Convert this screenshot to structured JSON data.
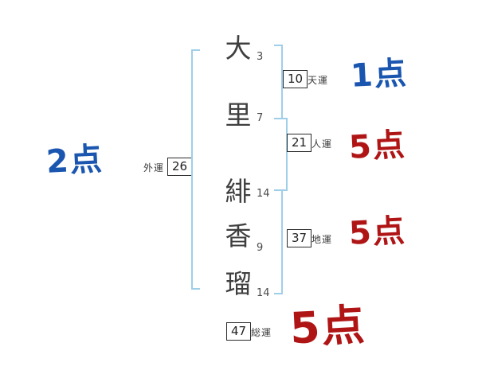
{
  "name_chars": [
    {
      "char": "大",
      "strokes": "3"
    },
    {
      "char": "里",
      "strokes": "7"
    },
    {
      "char": "緋",
      "strokes": "14"
    },
    {
      "char": "香",
      "strokes": "9"
    },
    {
      "char": "瑠",
      "strokes": "14"
    }
  ],
  "fortunes": {
    "ten": {
      "label": "天運",
      "value": "10",
      "score": "1点"
    },
    "jin": {
      "label": "人運",
      "value": "21",
      "score": "5点"
    },
    "chi": {
      "label": "地運",
      "value": "37",
      "score": "5点"
    },
    "gai": {
      "label": "外運",
      "value": "26",
      "score": "2点"
    },
    "sou": {
      "label": "総運",
      "value": "47",
      "score": "5点"
    }
  },
  "colors": {
    "score_blue": "#1a56b0",
    "score_red": "#b01515",
    "bracket": "#9fcfe8",
    "ink": "#3f3f3f"
  }
}
